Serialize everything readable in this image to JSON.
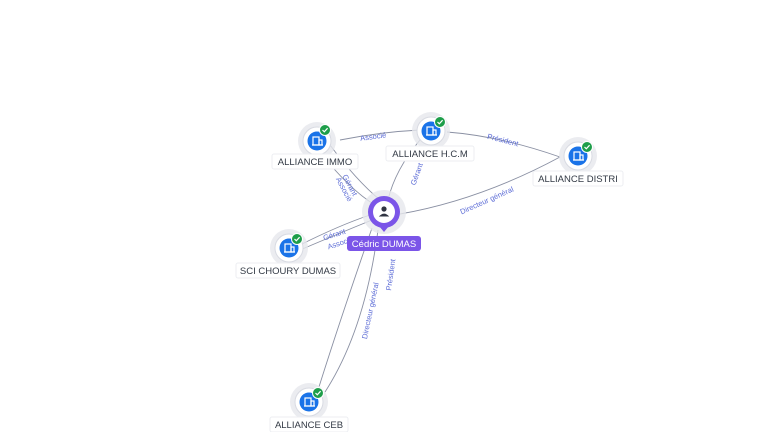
{
  "colors": {
    "edge": "#8a90a3",
    "edge_label": "#5b6bd6",
    "company_icon": "#1a73e8",
    "check_badge": "#1e9e4a",
    "person": "#7b55e8",
    "halo": "#e6e7ec"
  },
  "person": {
    "name": "Cédric DUMAS",
    "icon": "person-icon"
  },
  "companies": [
    {
      "id": "alliance-immo",
      "name": "ALLIANCE IMMO",
      "icon": "building-icon",
      "verified": true
    },
    {
      "id": "alliance-hcm",
      "name": "ALLIANCE H.C.M",
      "icon": "building-icon",
      "verified": true
    },
    {
      "id": "alliance-distri",
      "name": "ALLIANCE DISTRI",
      "icon": "building-icon",
      "verified": true
    },
    {
      "id": "sci-choury-dumas",
      "name": "SCI CHOURY DUMAS",
      "icon": "building-icon",
      "verified": true
    },
    {
      "id": "alliance-ceb",
      "name": "ALLIANCE CEB",
      "icon": "building-icon",
      "verified": true
    }
  ],
  "edges": [
    {
      "id": "hcm-immo",
      "label": "Associé"
    },
    {
      "id": "hcm-distri",
      "label": "Président"
    },
    {
      "id": "person-distri",
      "label": "Directeur général"
    },
    {
      "id": "person-immo-1",
      "label": "Gérant"
    },
    {
      "id": "person-immo-2",
      "label": "Associé"
    },
    {
      "id": "person-hcm",
      "label": "Gérant"
    },
    {
      "id": "person-sci-1",
      "label": "Gérant"
    },
    {
      "id": "person-sci-2",
      "label": "Associé"
    },
    {
      "id": "person-ceb-1",
      "label": "Président"
    },
    {
      "id": "person-ceb-2",
      "label": "Directeur général"
    }
  ]
}
